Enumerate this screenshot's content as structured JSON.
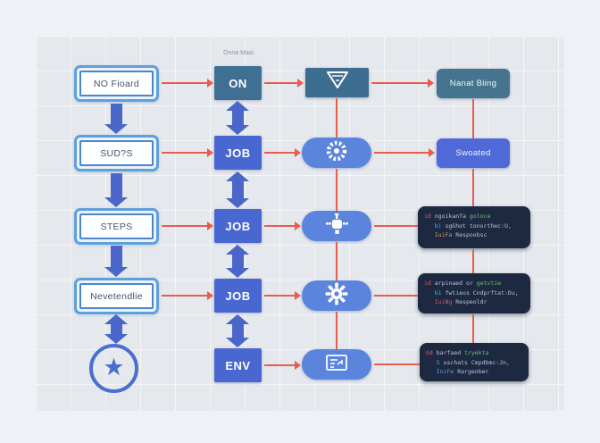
{
  "diagram": {
    "background": "#eef1f5",
    "grid_color": "#e5e8ec",
    "connector_red": "#e85c4e",
    "arrow_blue": "#4a66c8",
    "col1": {
      "items": [
        {
          "label": "NO Fioard"
        },
        {
          "label": "SUD?S"
        },
        {
          "label": "STEPS"
        },
        {
          "label": "Nevetendlie"
        }
      ],
      "star_icon": "star-in-circle",
      "star_glyph": "★"
    },
    "col2": {
      "note": "Onna Masi",
      "items": [
        {
          "label": "ON",
          "color": "#3f7094"
        },
        {
          "label": "JOB",
          "color": "#4967d0"
        },
        {
          "label": "JOB",
          "color": "#4967d0"
        },
        {
          "label": "JOB",
          "color": "#4967d0"
        },
        {
          "label": "ENV",
          "color": "#4967d0"
        }
      ]
    },
    "col3": {
      "icons": [
        "triangle-badge",
        "gear-ring",
        "robot",
        "gear",
        "document-lines"
      ]
    },
    "col4": {
      "items": [
        {
          "label": "Nanat Biing",
          "color": "#45748f"
        },
        {
          "label": "Swoated",
          "color": "#5069d8"
        }
      ]
    }
  },
  "code_blocks": [
    {
      "lines": [
        [
          {
            "t": "id ",
            "c": "red"
          },
          {
            "t": "ngoikanfa ",
            "c": "grey"
          },
          {
            "t": "goloce",
            "c": "green"
          }
        ],
        [
          {
            "t": "   b) ",
            "c": "blue"
          },
          {
            "t": "sgGhot tonorthec:U,",
            "c": "grey"
          }
        ],
        [
          {
            "t": "   IuiFa ",
            "c": "orange"
          },
          {
            "t": "Respoobsc",
            "c": "grey"
          }
        ]
      ]
    },
    {
      "lines": [
        [
          {
            "t": "id ",
            "c": "red"
          },
          {
            "t": "arpinaed or ",
            "c": "grey"
          },
          {
            "t": "getvtie",
            "c": "green"
          }
        ],
        [
          {
            "t": "   b1 ",
            "c": "blue"
          },
          {
            "t": "fwtieus Cndprftat:Du,",
            "c": "grey"
          }
        ],
        [
          {
            "t": "   IuiBg ",
            "c": "red"
          },
          {
            "t": "Respeoldr",
            "c": "grey"
          }
        ]
      ]
    },
    {
      "lines": [
        [
          {
            "t": "Gd ",
            "c": "red"
          },
          {
            "t": "barfaed ",
            "c": "grey"
          },
          {
            "t": "tryekta",
            "c": "green"
          }
        ],
        [
          {
            "t": "   5 ",
            "c": "blue"
          },
          {
            "t": "uschats Cmpdbmc:Jn,",
            "c": "grey"
          }
        ],
        [
          {
            "t": "   IniFe ",
            "c": "blue"
          },
          {
            "t": "Rargeober",
            "c": "grey"
          }
        ]
      ]
    }
  ]
}
